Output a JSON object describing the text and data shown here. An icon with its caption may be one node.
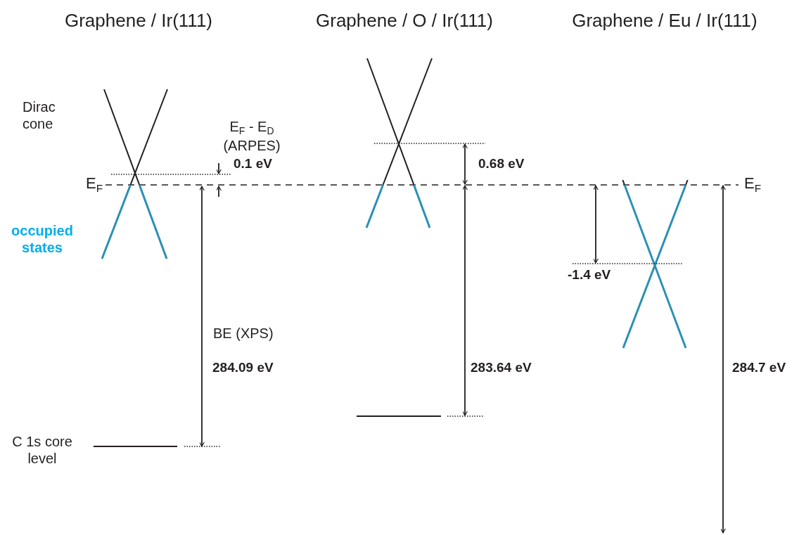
{
  "diagram": {
    "labels": [
      "Graphene / Ir(111)",
      "Graphene / O / Ir(111)",
      "Graphene / Eu / Ir(111)",
      "Dirac cone",
      "E$_{F}$ - E$_{D}$ (ARPES)",
      "0.1 eV",
      "0.68 eV",
      "E$_{F}$",
      "E$_{F}$",
      "occupied states",
      "-1.4 eV",
      "BE (XPS)",
      "284.09 eV",
      "283.64 eV",
      "284.7 eV",
      "C 1s core level"
    ]
  }
}
